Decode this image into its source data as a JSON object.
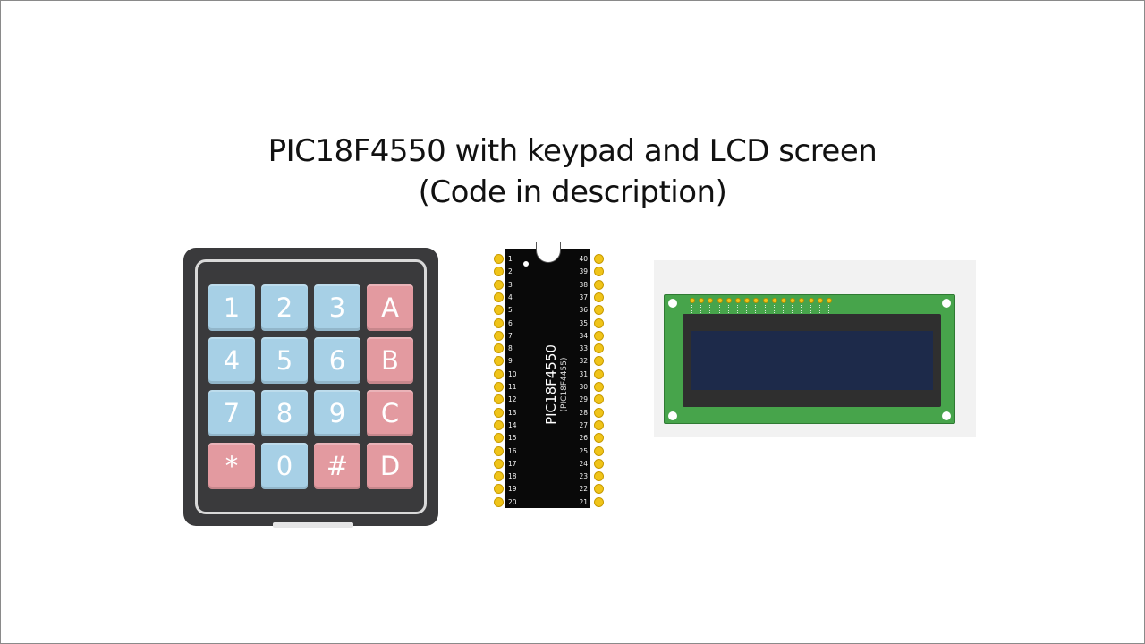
{
  "title": {
    "line1": "PIC18F4550 with keypad and LCD screen",
    "line2": "(Code in description)"
  },
  "keypad": {
    "keys": [
      {
        "label": "1",
        "color": "blue"
      },
      {
        "label": "2",
        "color": "blue"
      },
      {
        "label": "3",
        "color": "blue"
      },
      {
        "label": "A",
        "color": "red"
      },
      {
        "label": "4",
        "color": "blue"
      },
      {
        "label": "5",
        "color": "blue"
      },
      {
        "label": "6",
        "color": "blue"
      },
      {
        "label": "B",
        "color": "red"
      },
      {
        "label": "7",
        "color": "blue"
      },
      {
        "label": "8",
        "color": "blue"
      },
      {
        "label": "9",
        "color": "blue"
      },
      {
        "label": "C",
        "color": "red"
      },
      {
        "label": "*",
        "color": "red"
      },
      {
        "label": "0",
        "color": "blue"
      },
      {
        "label": "#",
        "color": "red"
      },
      {
        "label": "D",
        "color": "red"
      }
    ]
  },
  "chip": {
    "name": "PIC18F4550",
    "alt_name": "(PIC18F4455)",
    "left_pins": [
      "1",
      "2",
      "3",
      "4",
      "5",
      "6",
      "7",
      "8",
      "9",
      "10",
      "11",
      "12",
      "13",
      "14",
      "15",
      "16",
      "17",
      "18",
      "19",
      "20"
    ],
    "right_pins": [
      "40",
      "39",
      "38",
      "37",
      "36",
      "35",
      "34",
      "33",
      "32",
      "31",
      "30",
      "29",
      "28",
      "27",
      "26",
      "25",
      "24",
      "23",
      "22",
      "21"
    ]
  },
  "lcd": {
    "pin_count": 16
  },
  "colors": {
    "key_blue": "#a7d0e6",
    "key_red": "#e39aa0",
    "keypad_body": "#3a3a3c",
    "chip_body": "#090909",
    "pin_gold": "#f0c419",
    "lcd_board": "#47a44b",
    "lcd_screen": "#1d2a4a"
  }
}
